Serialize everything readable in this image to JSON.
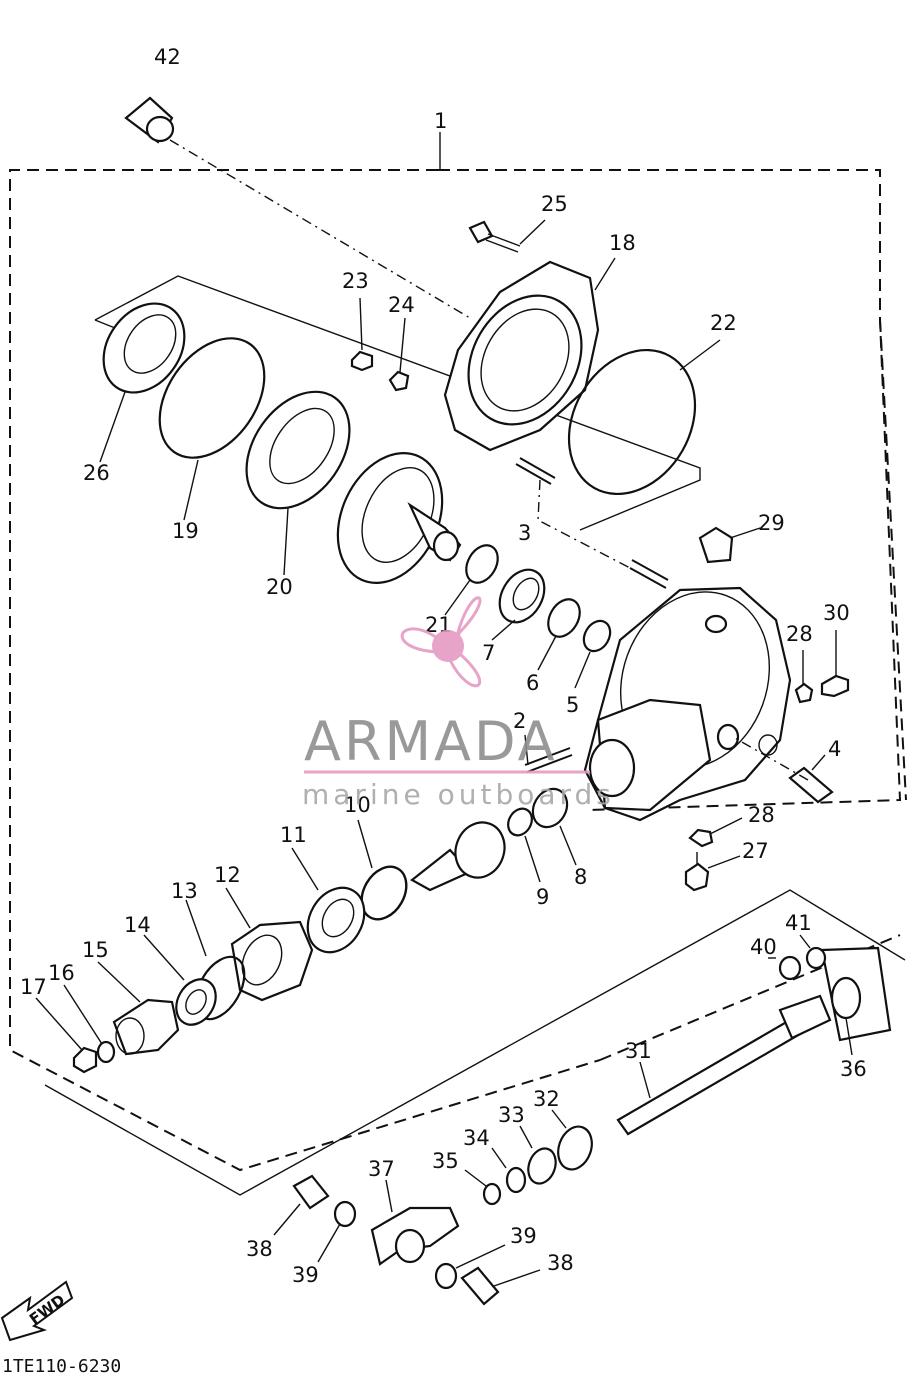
{
  "diagram": {
    "code": "1TE110-6230",
    "fwd_label": "FWD",
    "group_label": "1",
    "callouts": {
      "p2": "2",
      "p3": "3",
      "p4": "4",
      "p5": "5",
      "p6": "6",
      "p7": "7",
      "p8": "8",
      "p9": "9",
      "p10": "10",
      "p11": "11",
      "p12": "12",
      "p13": "13",
      "p14": "14",
      "p15": "15",
      "p16": "16",
      "p17": "17",
      "p18": "18",
      "p19": "19",
      "p20": "20",
      "p21": "21",
      "p22": "22",
      "p23": "23",
      "p24": "24",
      "p25": "25",
      "p26": "26",
      "p27": "27",
      "p28a": "28",
      "p28b": "28",
      "p29": "29",
      "p30": "30",
      "p31": "31",
      "p32": "32",
      "p33": "33",
      "p34": "34",
      "p35": "35",
      "p36": "36",
      "p37": "37",
      "p38a": "38",
      "p38b": "38",
      "p39a": "39",
      "p39b": "39",
      "p40": "40",
      "p41": "41",
      "p42": "42"
    }
  },
  "watermark": {
    "brand": "ARMADA",
    "tagline": "marine outboards",
    "logo_color": "#e59ac3",
    "underline_color": "#e59ac3"
  }
}
